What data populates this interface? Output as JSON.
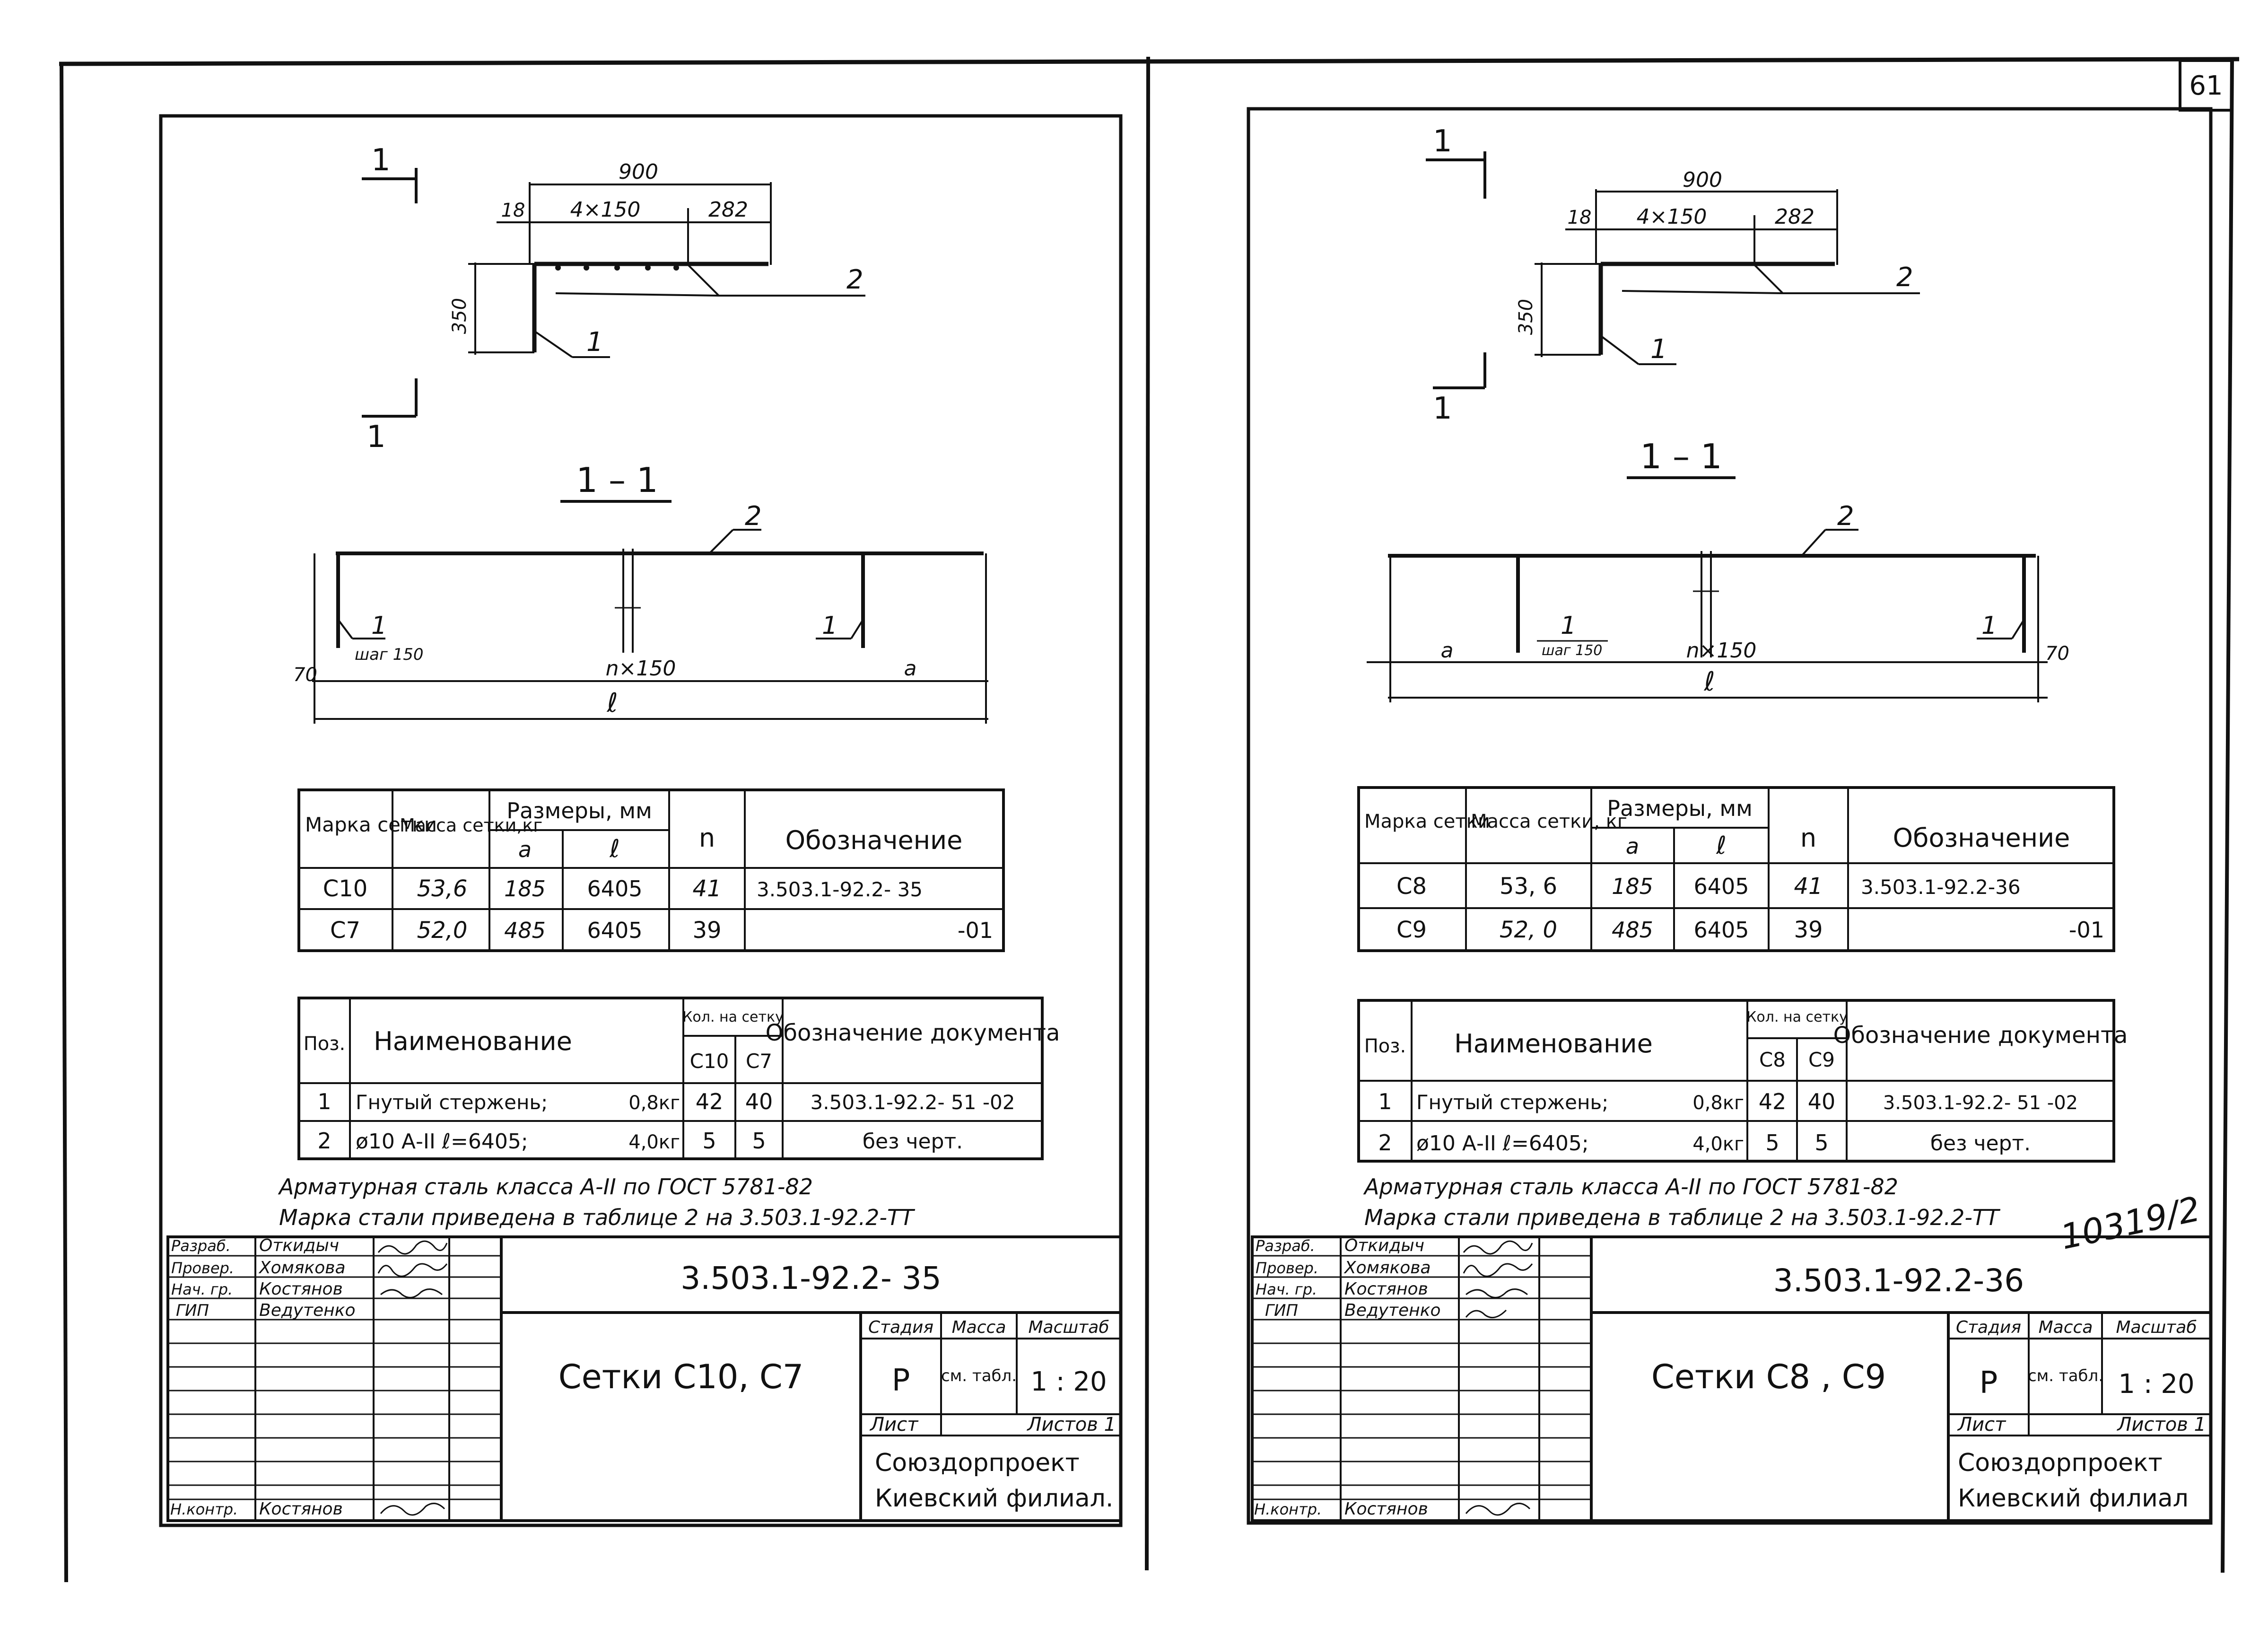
{
  "page_number": "61",
  "inventory_number": "10319/2",
  "sheets": [
    {
      "id": "left",
      "view_labels": {
        "cut_a": "1",
        "cut_b": "1",
        "section_title": "1 – 1"
      },
      "plan_dims": {
        "overall": "900",
        "offset": "18",
        "pitch": "4×150",
        "tail": "282",
        "height": "350",
        "pos2": "2",
        "pos1": "1"
      },
      "section_dims": {
        "pos2": "2",
        "pos1_left": "1",
        "step": "шаг 150",
        "pos1_right": "1",
        "count": "n×150",
        "a": "a",
        "l": "ℓ",
        "h": "70"
      },
      "marks_table": {
        "headers": {
          "mark": "Марка сетки",
          "mass": "Масса сетки,кг",
          "sizes": "Размеры, мм",
          "a": "a",
          "l": "ℓ",
          "n": "n",
          "designation": "Обозначение"
        },
        "rows": [
          {
            "mark": "С10",
            "mass": "53,6",
            "a": "185",
            "l": "6405",
            "n": "41",
            "designation": "3.503.1-92.2- 35"
          },
          {
            "mark": "С7",
            "mass": "52,0",
            "a": "485",
            "l": "6405",
            "n": "39",
            "designation": "-01"
          }
        ]
      },
      "spec_table": {
        "headers": {
          "pos": "Поз.",
          "name": "Наименование",
          "qty": "Кол. на сетку",
          "col1": "С10",
          "col2": "С7",
          "doc": "Обозначение документа"
        },
        "rows": [
          {
            "pos": "1",
            "name": "Гнутый стержень;",
            "mass": "0,8кг",
            "q1": "42",
            "q2": "40",
            "doc": "3.503.1-92.2- 51 -02"
          },
          {
            "pos": "2",
            "name": "ø10 А-II  ℓ=6405;",
            "mass": "4,0кг",
            "q1": "5",
            "q2": "5",
            "doc": "без черт."
          }
        ]
      },
      "notes": [
        "Арматурная сталь класса А-II по ГОСТ 5781-82",
        "Марка стали приведена в таблице 2 на 3.503.1-92.2-ТТ"
      ],
      "title_block": {
        "roles": [
          "Разраб.",
          "Провер.",
          "Нач. гр.",
          "ГИП",
          "Н.контр."
        ],
        "names": [
          "Откидыч",
          "Хомякова",
          "Костянов",
          "Ведутенко",
          "Костянов"
        ],
        "code": "3.503.1-92.2- 35",
        "title": "Сетки С10, С7",
        "stage_label": "Стадия",
        "mass_label": "Масса",
        "scale_label": "Масштаб",
        "stage": "Р",
        "mass": "см. табл.",
        "scale": "1 : 20",
        "sheet_label": "Лист",
        "sheets_label": "Листов 1",
        "org_line1": "Союздорпроект",
        "org_line2": "Киевский филиал."
      }
    },
    {
      "id": "right",
      "view_labels": {
        "cut_a": "1",
        "cut_b": "1",
        "section_title": "1 – 1"
      },
      "plan_dims": {
        "overall": "900",
        "offset": "18",
        "pitch": "4×150",
        "tail": "282",
        "height": "350",
        "pos2": "2",
        "pos1": "1"
      },
      "section_dims": {
        "pos2": "2",
        "pos1_left": "1",
        "step": "шаг 150",
        "pos1_right": "1",
        "count": "n×150",
        "a": "a",
        "l": "ℓ",
        "h": "70"
      },
      "marks_table": {
        "headers": {
          "mark": "Марка сетки",
          "mass": "Масса сетки, кг",
          "sizes": "Размеры, мм",
          "a": "a",
          "l": "ℓ",
          "n": "n",
          "designation": "Обозначение"
        },
        "rows": [
          {
            "mark": "С8",
            "mass": "53, 6",
            "a": "185",
            "l": "6405",
            "n": "41",
            "designation": "3.503.1-92.2-36"
          },
          {
            "mark": "С9",
            "mass": "52, 0",
            "a": "485",
            "l": "6405",
            "n": "39",
            "designation": "-01"
          }
        ]
      },
      "spec_table": {
        "headers": {
          "pos": "Поз.",
          "name": "Наименование",
          "qty": "Кол. на сетку",
          "col1": "С8",
          "col2": "С9",
          "doc": "Обозначение документа"
        },
        "rows": [
          {
            "pos": "1",
            "name": "Гнутый стержень;",
            "mass": "0,8кг",
            "q1": "42",
            "q2": "40",
            "doc": "3.503.1-92.2- 51 -02"
          },
          {
            "pos": "2",
            "name": "ø10 А-II  ℓ=6405;",
            "mass": "4,0кг",
            "q1": "5",
            "q2": "5",
            "doc": "без черт."
          }
        ]
      },
      "notes": [
        "Арматурная сталь класса А-II по ГОСТ 5781-82",
        "Марка стали приведена в таблице 2 на 3.503.1-92.2-ТТ"
      ],
      "title_block": {
        "roles": [
          "Разраб.",
          "Провер.",
          "Нач. гр.",
          "ГИП",
          "Н.контр."
        ],
        "names": [
          "Откидыч",
          "Хомякова",
          "Костянов",
          "Ведутенко",
          "Костянов"
        ],
        "code": "3.503.1-92.2-36",
        "title": "Сетки С8 , С9",
        "stage_label": "Стадия",
        "mass_label": "Масса",
        "scale_label": "Масштаб",
        "stage": "Р",
        "mass": "см. табл.",
        "scale": "1 : 20",
        "sheet_label": "Лист",
        "sheets_label": "Листов 1",
        "org_line1": "Союздорпроект",
        "org_line2": "Киевский филиал"
      }
    }
  ]
}
